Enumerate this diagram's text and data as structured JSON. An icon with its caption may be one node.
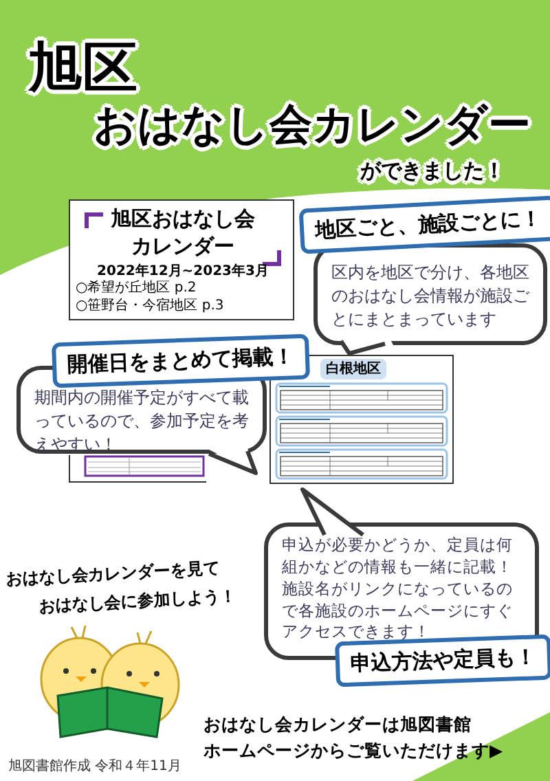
{
  "diagram": {
    "title": "旭区",
    "nodes": [
      {
        "text": [
          "旭区おはなし会カレンダー",
          "2022年12月~2023年3月",
          "○希望が丘地区 p.2",
          "○笹野台・今宿地区 p.3"
        ]
      },
      {
        "text": [
          "白根地区"
        ]
      },
      {
        "text": [
          "地区ごと、施設ごとに！",
          "区内を地区で分け、各地区のおはなし会情報が施設ごとにまとまっています"
        ]
      },
      {
        "text": [
          "開催日をまとめて掲載！",
          "期間内の開催予定がすべて載っているので、参加予定を考えやすい！"
        ]
      },
      {
        "text": [
          "申込が必要かどうか、定員は何組かなどの情報も一緒に記載！施設名がリンクになっているので各施設のホームページにすぐアクセスできます！",
          "申込方法や定員も！"
        ]
      }
    ],
    "labels": [
      "おはなし会カレンダー",
      "ができました！",
      "おはなし会カレンダーを見て",
      "おはなし会に参加しよう！",
      "おはなし会カレンダーは旭図書館",
      "ホームページからご覧いただけます▶",
      "旭図書館作成 令和４年11月"
    ]
  }
}
